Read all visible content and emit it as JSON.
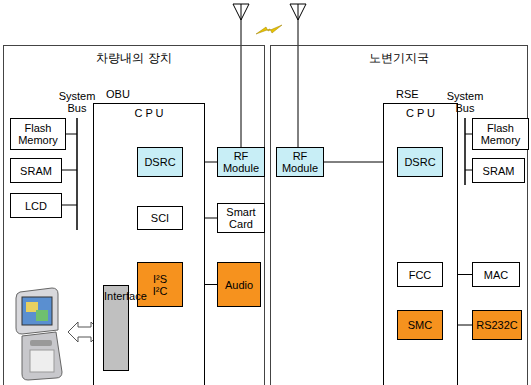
{
  "diagram": {
    "nodes": [
      {
        "text": [
          "차량내의 장치"
        ]
      },
      {
        "text": [
          "OBU",
          "C P U"
        ],
        "in": 0
      },
      {
        "text": [
          "DSRC"
        ],
        "in": 1
      },
      {
        "text": [
          "SCI"
        ],
        "in": 1
      },
      {
        "text": [
          "I²S I²C"
        ],
        "in": 1
      },
      {
        "text": [
          "Interface"
        ],
        "in": 1
      },
      {
        "text": [
          "RF Module"
        ],
        "in": 0
      },
      {
        "text": [
          "Smart Card"
        ],
        "in": 0
      },
      {
        "text": [
          "Audio"
        ],
        "in": 0
      },
      {
        "text": [
          "Flash Memory"
        ],
        "in": 0
      },
      {
        "text": [
          "SRAM"
        ],
        "in": 0
      },
      {
        "text": [
          "LCD"
        ],
        "in": 0
      },
      {
        "text": [
          "노변기지국"
        ]
      },
      {
        "text": [
          "RSE",
          "C P U"
        ],
        "in": 12
      },
      {
        "text": [
          "DSRC"
        ],
        "in": 13
      },
      {
        "text": [
          "FCC"
        ],
        "in": 13
      },
      {
        "text": [
          "SMC"
        ],
        "in": 13
      },
      {
        "text": [
          "RF Module"
        ],
        "in": 12
      },
      {
        "text": [
          "Flash Memory"
        ],
        "in": 12
      },
      {
        "text": [
          "SRAM"
        ],
        "in": 12
      },
      {
        "text": [
          "MAC"
        ],
        "in": 12
      },
      {
        "text": [
          "RS232C"
        ],
        "in": 12
      }
    ],
    "edges": [
      {
        "from": 2,
        "to": 6,
        "arrow": "none"
      },
      {
        "from": 3,
        "to": 7,
        "arrow": "none"
      },
      {
        "from": 4,
        "to": 8,
        "arrow": "none"
      },
      {
        "from": 17,
        "to": 14,
        "arrow": "none"
      },
      {
        "from": 15,
        "to": 20,
        "arrow": "none"
      },
      {
        "from": 16,
        "to": 21,
        "arrow": "none"
      }
    ],
    "labels": [
      "System Bus",
      "System Bus"
    ]
  }
}
